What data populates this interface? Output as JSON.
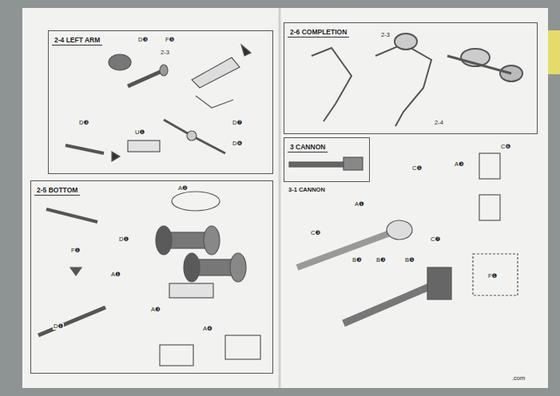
{
  "diagram": {
    "nodes": [
      {
        "text": [
          "2-4 LEFT ARM"
        ]
      },
      {
        "text": [
          "2-5 BOTTOM"
        ]
      },
      {
        "text": [
          "2-6 COMPLETION"
        ]
      },
      {
        "text": [
          "3 CANNON"
        ]
      }
    ],
    "labels": [
      "2-3",
      "D❸",
      "F❺",
      "D❼",
      "D❻",
      "D❸",
      "U❶",
      "A❷",
      "D❶",
      "F❶",
      "A❶",
      "A❸",
      "A❹",
      "D❶",
      "2-3",
      "2-4",
      "C❻",
      "A❸",
      "C❺",
      "A❶",
      "C❸",
      "C❼",
      "B❸",
      "B❺",
      "B❸",
      "F❶",
      "3-1 CANNON",
      ".com"
    ]
  }
}
